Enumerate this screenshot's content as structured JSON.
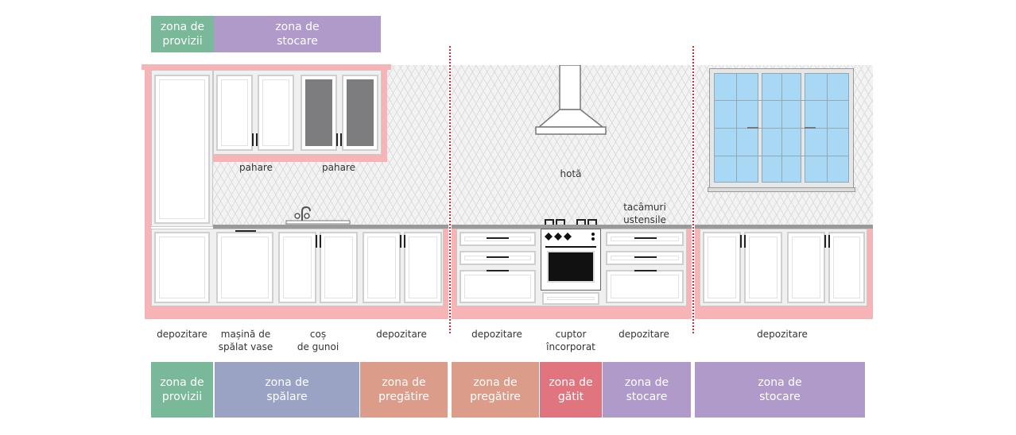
{
  "top_zones": [
    {
      "label": "zona de\nprovizii",
      "color": "#79b99a"
    },
    {
      "label": "zona de\nstocare",
      "color": "#b09ac9"
    }
  ],
  "bottom_zones": [
    {
      "label": "zona de\nprovizii",
      "color": "#79b99a"
    },
    {
      "label": "zona de\nspălare",
      "color": "#9aa3c4"
    },
    {
      "label": "zona de\npregătire",
      "color": "#db9c89"
    },
    {
      "label": "zona de\npregătire",
      "color": "#db9c89"
    },
    {
      "label": "zona de\ngătit",
      "color": "#e07580"
    },
    {
      "label": "zona de\nstocare",
      "color": "#b09ac9"
    },
    {
      "label": "zona de\nstocare",
      "color": "#b09ac9"
    }
  ],
  "upper_labels": {
    "glasses_1": "pahare",
    "glasses_2": "pahare",
    "hood": "hotă",
    "cutlery": "tacâmuri\nustensile"
  },
  "lower_labels": [
    "depozitare",
    "mașină de\nspălat vase",
    "coș\nde gunoi",
    "depozitare",
    "depozitare",
    "cuptor\nîncorporat",
    "depozitare",
    "depozitare"
  ],
  "colors": {
    "frame_pink": "#f7b4b7",
    "divider_red": "#d8273b",
    "window_glass": "#a9d8f5"
  }
}
